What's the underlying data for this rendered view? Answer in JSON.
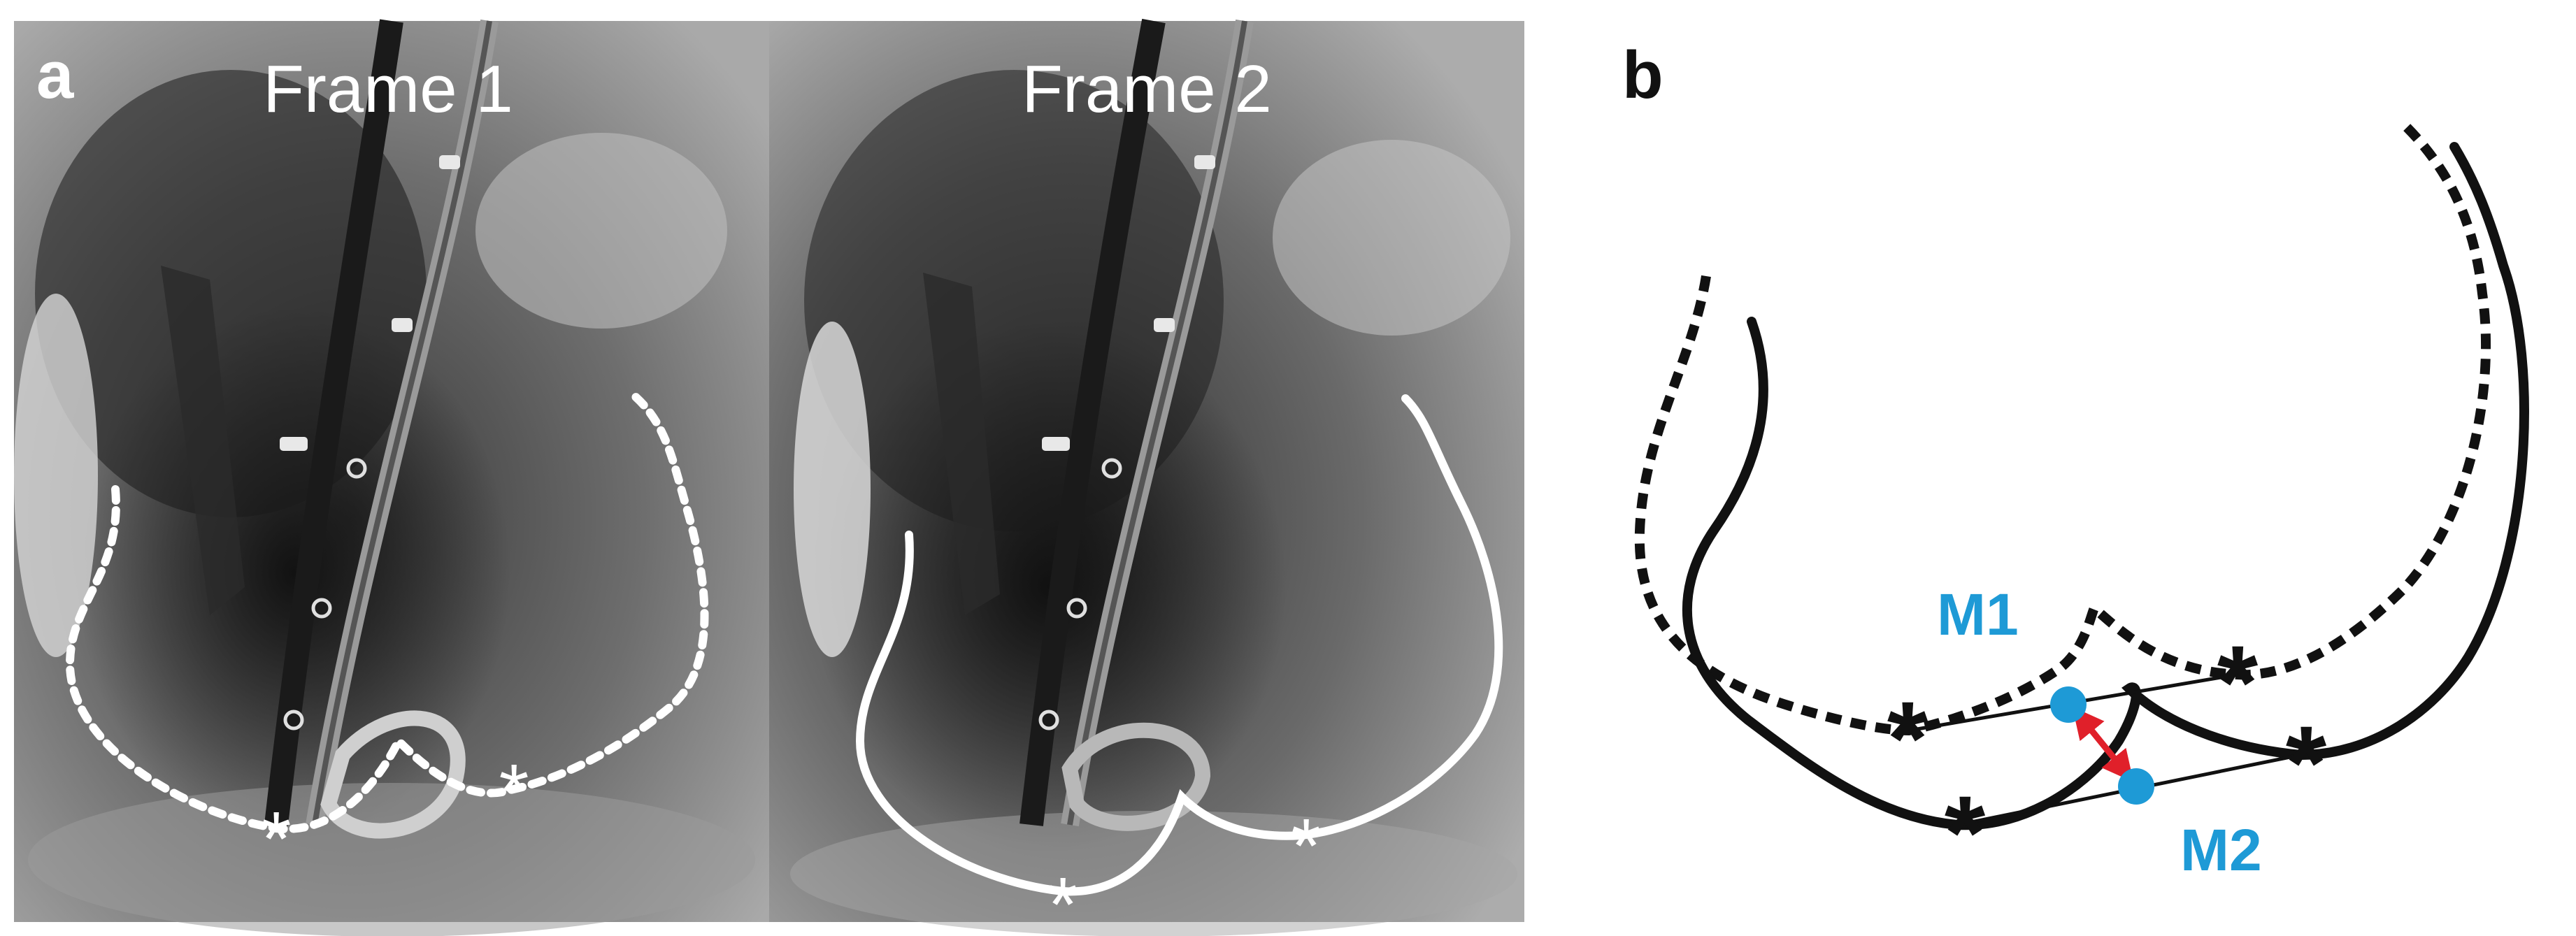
{
  "panel_a": {
    "label": "a",
    "frame1": {
      "title": "Frame 1"
    },
    "frame2": {
      "title": "Frame 2"
    },
    "annulus_marker": "*"
  },
  "panel_b": {
    "label": "b",
    "m1_label": "M1",
    "m2_label": "M2",
    "marker_symbol": "*"
  },
  "colors": {
    "trace_white": "#ffffff",
    "trace_black": "#111111",
    "point_blue": "#1e9ad6",
    "label_blue": "#1e9ad6",
    "arrow_red": "#e0202a"
  }
}
